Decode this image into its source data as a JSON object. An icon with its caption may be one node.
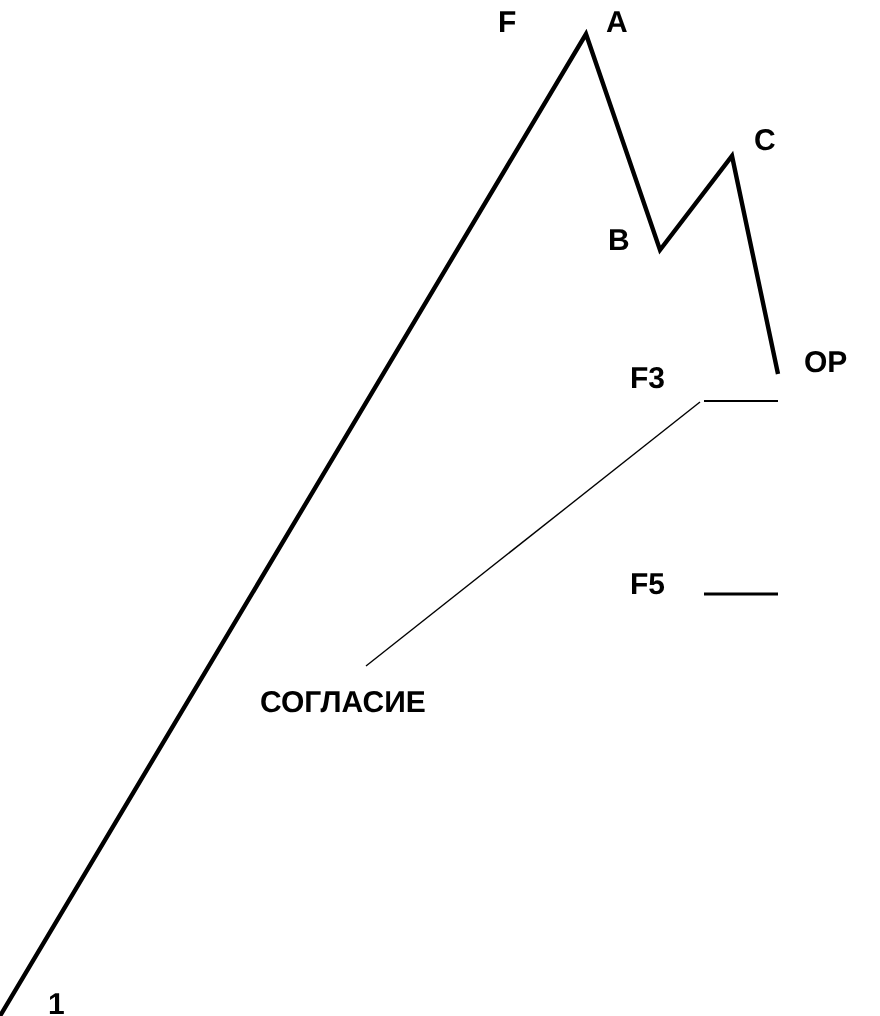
{
  "diagram": {
    "nodes": [
      {
        "text": [
          "СОГЛАСИЕ"
        ]
      },
      {
        "text": [],
        "shape": "bar"
      }
    ],
    "edges": [
      {
        "from": 0,
        "to": 1,
        "arrow": "none"
      }
    ],
    "labels": [
      "F",
      "A",
      "C",
      "B",
      "OP",
      "F3",
      "F5",
      "1"
    ]
  }
}
